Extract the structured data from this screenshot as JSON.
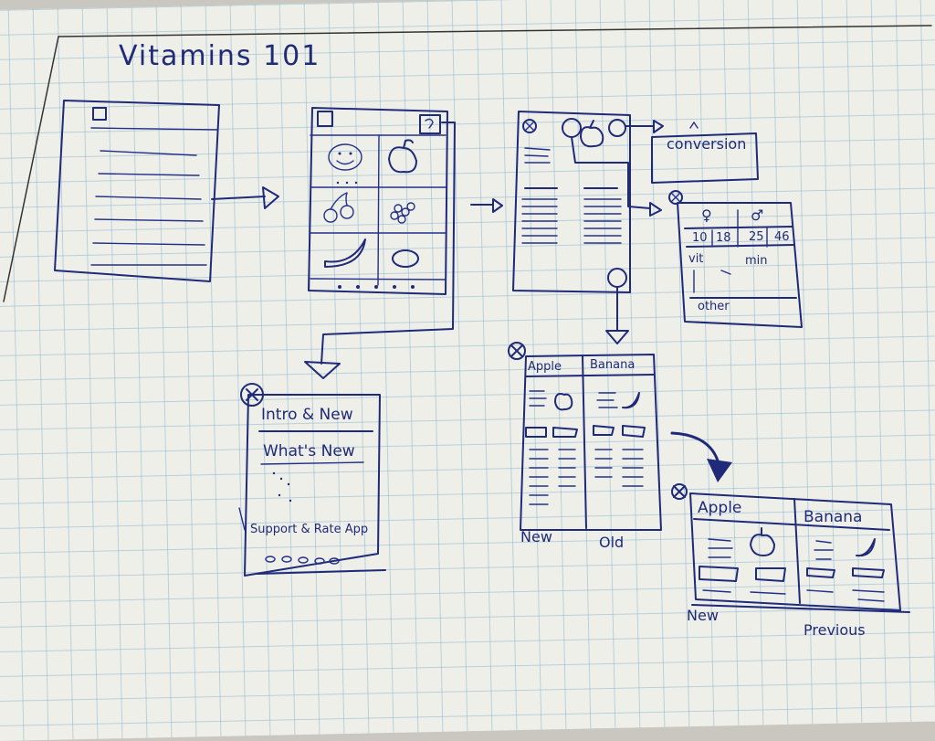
{
  "title": "Vitamins 101",
  "conversion_label": "conversion",
  "nutrition": {
    "female_symbol": "♀",
    "male_symbol": "♂",
    "ages": [
      "10",
      "18",
      "25",
      "46"
    ],
    "vit_label": "vit",
    "min_label": "min",
    "other_label": "other"
  },
  "info_screen": {
    "heading": "Intro & New",
    "whats_new": "What's New",
    "support": "Support & Rate App"
  },
  "compare_screen": {
    "col1": "Apple",
    "col2": "Banana",
    "footer_left": "New",
    "footer_right": "Old"
  },
  "compare_landscape": {
    "col1": "Apple",
    "col2": "Banana",
    "footer_left": "New",
    "footer_right": "Previous"
  }
}
